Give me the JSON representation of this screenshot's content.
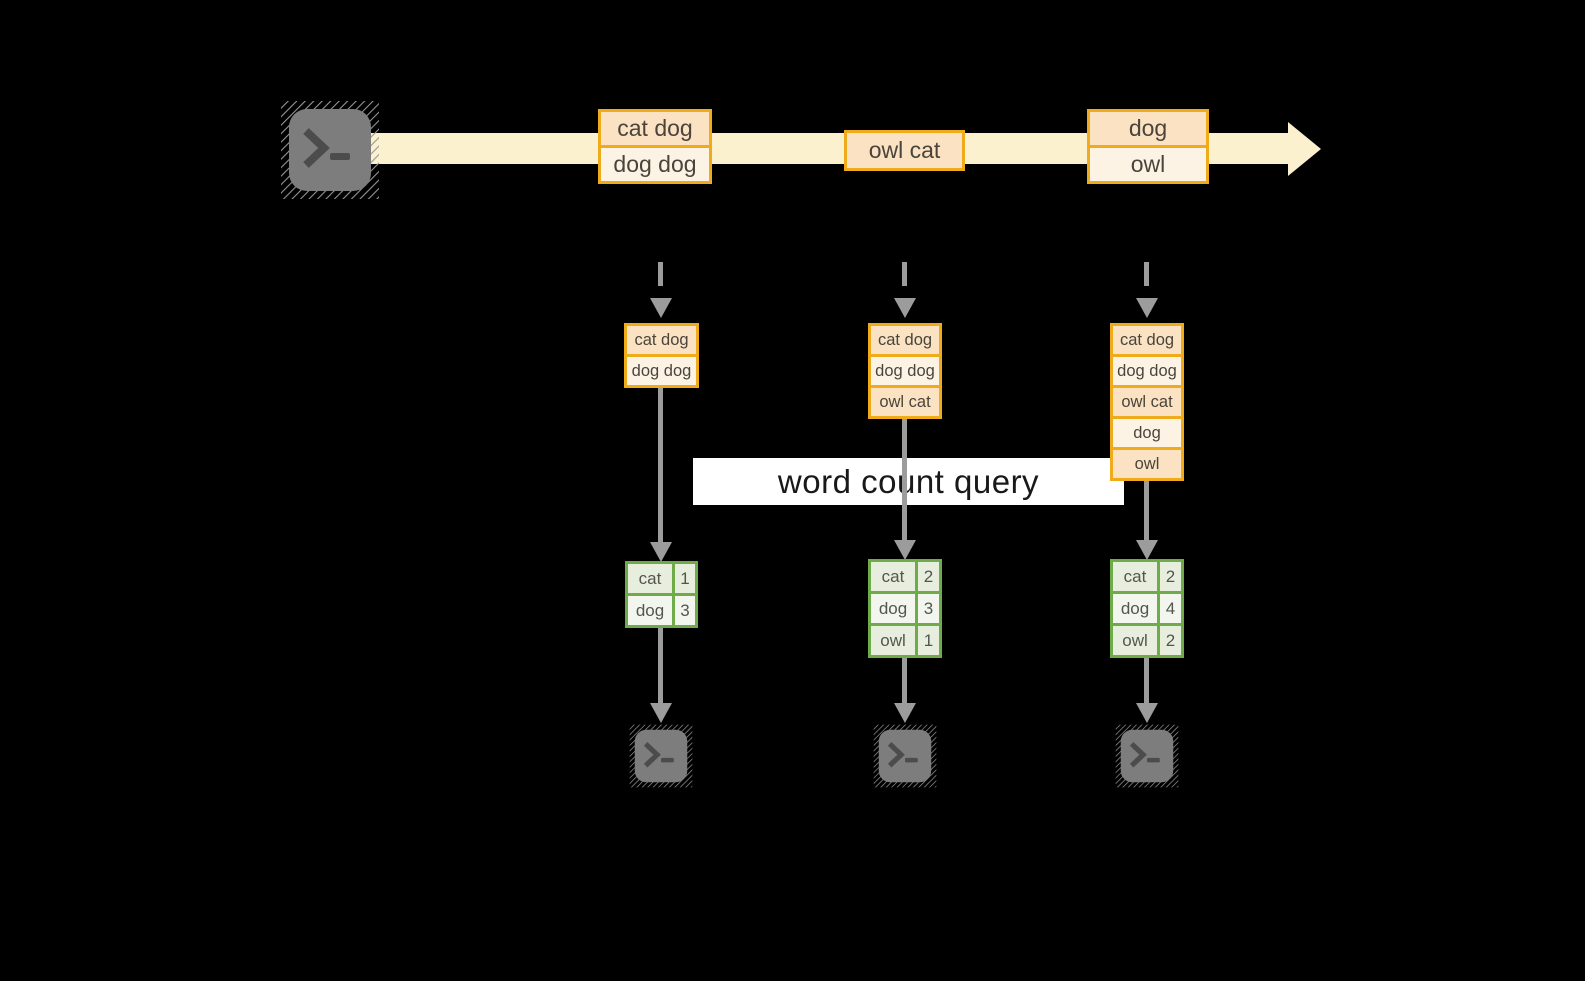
{
  "query_band": {
    "label": "word count query"
  },
  "stream": {
    "batches": [
      {
        "rows": [
          "cat dog",
          "dog dog"
        ]
      },
      {
        "rows": [
          "owl cat"
        ]
      },
      {
        "rows": [
          "dog",
          "owl"
        ]
      }
    ]
  },
  "columns": [
    {
      "micro_batch": [
        "cat dog",
        "dog dog"
      ],
      "result": [
        {
          "word": "cat",
          "count": "1"
        },
        {
          "word": "dog",
          "count": "3"
        }
      ]
    },
    {
      "micro_batch": [
        "cat dog",
        "dog dog",
        "owl cat"
      ],
      "result": [
        {
          "word": "cat",
          "count": "2"
        },
        {
          "word": "dog",
          "count": "3"
        },
        {
          "word": "owl",
          "count": "1"
        }
      ]
    },
    {
      "micro_batch": [
        "cat dog",
        "dog dog",
        "owl cat",
        "dog",
        "owl"
      ],
      "result": [
        {
          "word": "cat",
          "count": "2"
        },
        {
          "word": "dog",
          "count": "4"
        },
        {
          "word": "owl",
          "count": "2"
        }
      ]
    }
  ],
  "colors": {
    "orange_border": "#F0AB1A",
    "peach_dark": "#FAE2C3",
    "peach_light": "#FDF3E5",
    "stream_band": "#FBF1CF",
    "green_border": "#6FAC49",
    "green_cell_dark": "#E8EEDE",
    "green_cell_light": "#F3F6EE",
    "arrow_gray": "#9C9C9C",
    "terminal_gray": "#7D7D7D",
    "box_text": "#4A443B",
    "table_text": "#54564E",
    "query_text": "#191919"
  }
}
